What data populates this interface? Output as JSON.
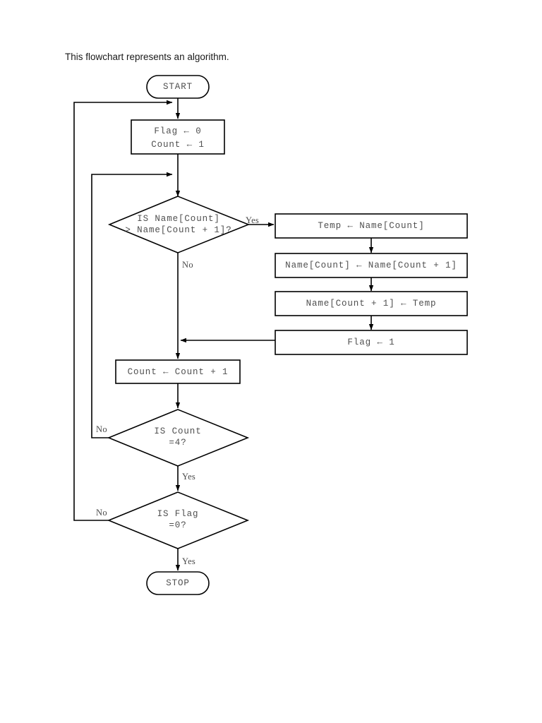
{
  "caption": "This flowchart represents an algorithm.",
  "colors": {
    "stroke": "#000000",
    "text": "#4f4f4f",
    "caption": "#1a1a1a",
    "background": "#ffffff"
  },
  "diagram": {
    "type": "flowchart",
    "nodes": {
      "start": {
        "shape": "terminal",
        "label": "START"
      },
      "init": {
        "shape": "process",
        "line1": "Flag ← 0",
        "line2": "Count ← 1"
      },
      "compare": {
        "shape": "decision",
        "line1": "IS Name[Count]",
        "line2": "> Name[Count + 1]?"
      },
      "temp_assign": {
        "shape": "process",
        "label": "Temp ← Name[Count]"
      },
      "shift_left": {
        "shape": "process",
        "label": "Name[Count] ← Name[Count + 1]"
      },
      "shift_right": {
        "shape": "process",
        "label": "Name[Count + 1] ← Temp"
      },
      "set_flag": {
        "shape": "process",
        "label": "Flag ← 1"
      },
      "increment": {
        "shape": "process",
        "label": "Count ← Count + 1"
      },
      "count_check": {
        "shape": "decision",
        "line1": "IS Count",
        "line2": "=4?"
      },
      "flag_check": {
        "shape": "decision",
        "line1": "IS Flag",
        "line2": "=0?"
      },
      "stop": {
        "shape": "terminal",
        "label": "STOP"
      }
    },
    "edge_labels": {
      "compare_yes": "Yes",
      "compare_no": "No",
      "count_no": "No",
      "count_yes": "Yes",
      "flag_no": "No",
      "flag_yes": "Yes"
    }
  }
}
